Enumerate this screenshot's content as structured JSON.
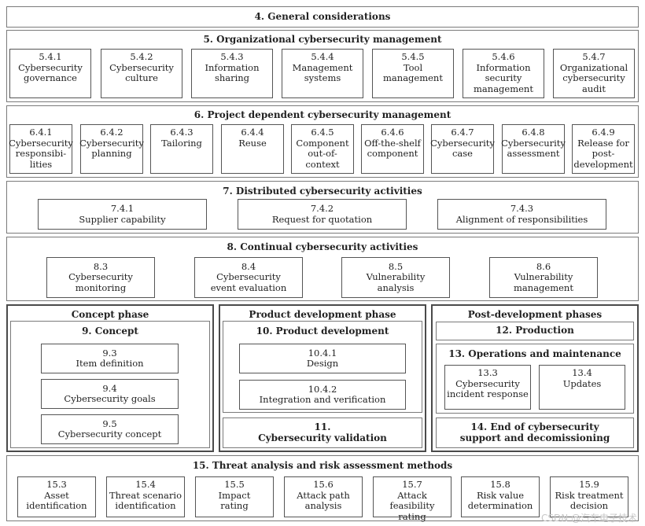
{
  "s4": {
    "title": "4. General considerations"
  },
  "s5": {
    "title": "5. Organizational cybersecurity management",
    "items": [
      "5.4.1\nCybersecurity\ngovernance",
      "5.4.2\nCybersecurity\nculture",
      "5.4.3\nInformation\nsharing",
      "5.4.4\nManagement\nsystems",
      "5.4.5\nTool\nmanagement",
      "5.4.6\nInformation\nsecurity\nmanagement",
      "5.4.7\nOrganizational\ncybersecurity\naudit"
    ]
  },
  "s6": {
    "title": "6. Project dependent cybersecurity management",
    "items": [
      "6.4.1\nCybersecurity\nresponsibi-\nlities",
      "6.4.2\nCybersecurity\nplanning",
      "6.4.3\nTailoring",
      "6.4.4\nReuse",
      "6.4.5\nComponent\nout-of-context",
      "6.4.6\nOff-the-shelf\ncomponent",
      "6.4.7\nCybersecurity\ncase",
      "6.4.8\nCybersecurity\nassessment",
      "6.4.9\nRelease for\npost-\ndevelopment"
    ]
  },
  "s7": {
    "title": "7. Distributed cybersecurity activities",
    "items": [
      "7.4.1\nSupplier capability",
      "7.4.2\nRequest for quotation",
      "7.4.3\nAlignment of responsibilities"
    ]
  },
  "s8": {
    "title": "8. Continual cybersecurity activities",
    "items": [
      "8.3\nCybersecurity\nmonitoring",
      "8.4\nCybersecurity\nevent evaluation",
      "8.5\nVulnerability\nanalysis",
      "8.6\nVulnerability\nmanagement"
    ]
  },
  "concept": {
    "phase": "Concept phase",
    "title": "9. Concept",
    "items": [
      "9.3\nItem definition",
      "9.4\nCybersecurity goals",
      "9.5\nCybersecurity concept"
    ]
  },
  "product": {
    "phase": "Product development phase",
    "title": "10. Product development",
    "items": [
      "10.4.1\nDesign",
      "10.4.2\nIntegration and verification"
    ],
    "validation": "11.\nCybersecurity validation"
  },
  "post": {
    "phase": "Post-development phases",
    "production": "12. Production",
    "ops_title": "13. Operations and maintenance",
    "ops_items": [
      "13.3\nCybersecurity\nincident response",
      "13.4\nUpdates"
    ],
    "end": "14. End of cybersecurity\nsupport and decomissioning"
  },
  "s15": {
    "title": "15. Threat analysis and risk assessment methods",
    "items": [
      "15.3\nAsset\nidentification",
      "15.4\nThreat scenario\nidentification",
      "15.5\nImpact\nrating",
      "15.6\nAttack path\nanalysis",
      "15.7\nAttack feasibility\nrating",
      "15.8\nRisk value\ndetermination",
      "15.9\nRisk treatment\ndecision"
    ]
  },
  "watermark": "CSDN @汽车电子技术"
}
